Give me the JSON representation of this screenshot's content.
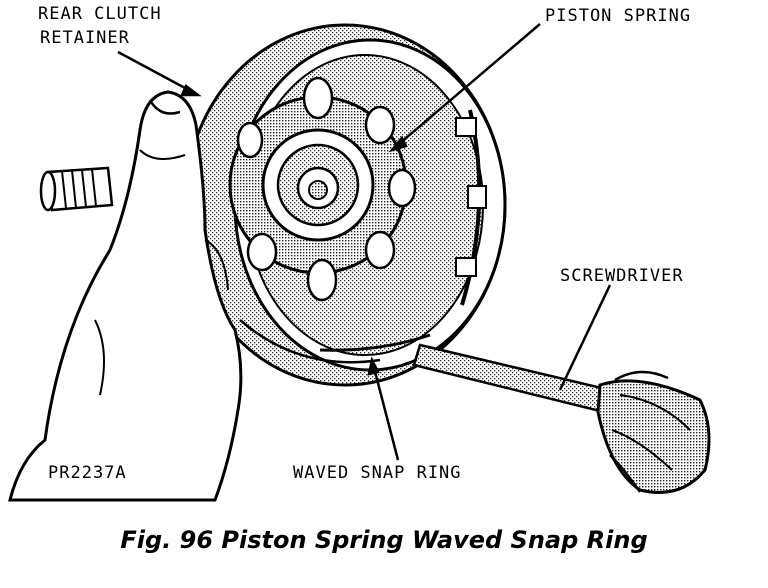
{
  "labels": {
    "rear_clutch_retainer_line1": "REAR CLUTCH",
    "rear_clutch_retainer_line2": "RETAINER",
    "piston_spring": "PISTON SPRING",
    "screwdriver": "SCREWDRIVER",
    "waved_snap_ring": "WAVED SNAP RING",
    "figure_code": "PR2237A"
  },
  "caption": "Fig. 96 Piston Spring Waved Snap Ring"
}
